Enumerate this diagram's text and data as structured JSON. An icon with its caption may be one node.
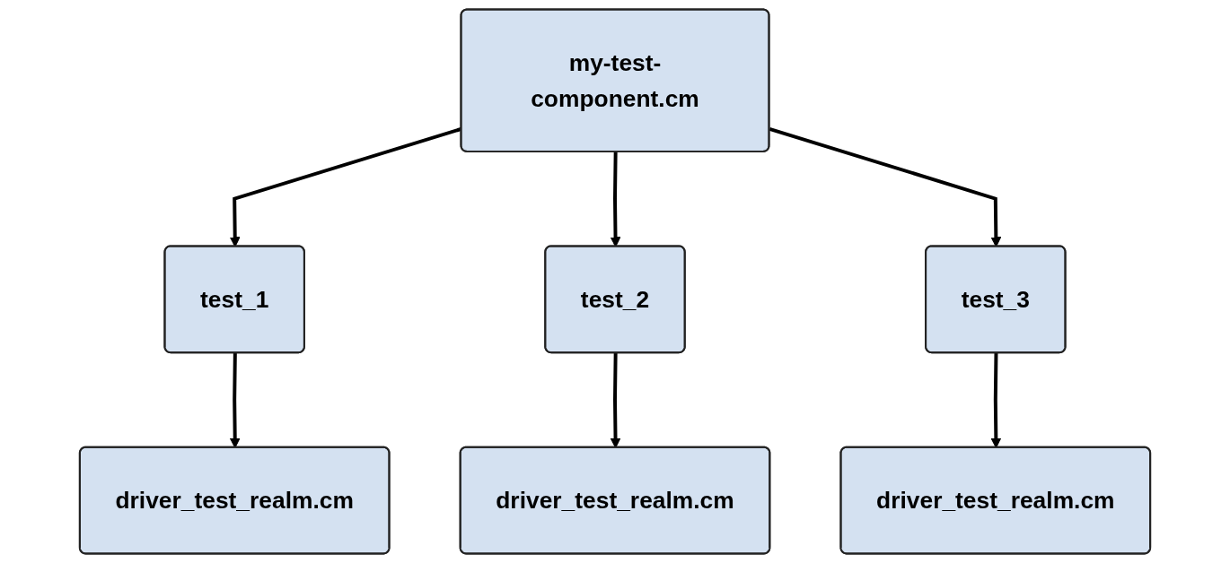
{
  "diagram": {
    "nodes": [
      {
        "text": [
          "my-test-component.cm"
        ]
      },
      {
        "text": [
          "test_1"
        ]
      },
      {
        "text": [
          "test_2"
        ]
      },
      {
        "text": [
          "test_3"
        ]
      },
      {
        "text": [
          "driver_test_realm.cm"
        ]
      },
      {
        "text": [
          "driver_test_realm.cm"
        ]
      },
      {
        "text": [
          "driver_test_realm.cm"
        ]
      }
    ],
    "edges": [
      {
        "from": 0,
        "to": 1,
        "arrow": "to"
      },
      {
        "from": 0,
        "to": 2,
        "arrow": "to"
      },
      {
        "from": 0,
        "to": 3,
        "arrow": "to"
      },
      {
        "from": 1,
        "to": 4,
        "arrow": "to"
      },
      {
        "from": 2,
        "to": 5,
        "arrow": "to"
      },
      {
        "from": 3,
        "to": 6,
        "arrow": "to"
      }
    ]
  }
}
